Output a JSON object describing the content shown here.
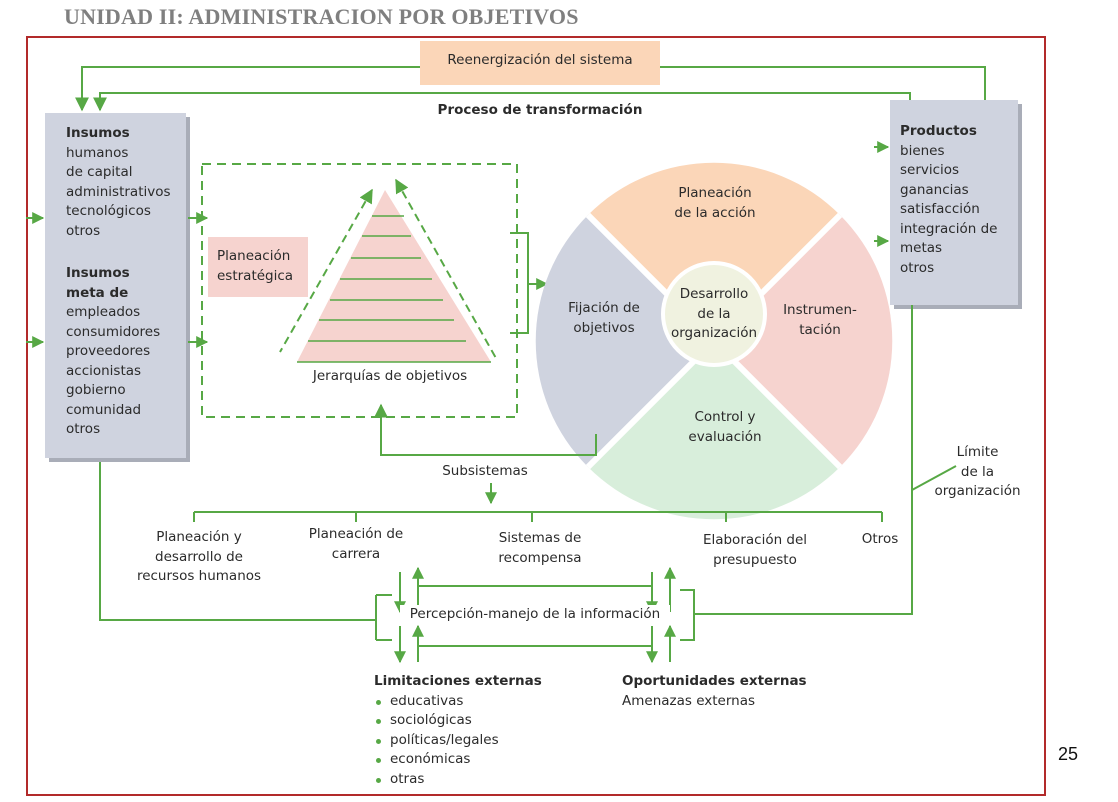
{
  "title": "UNIDAD II: ADMINISTRACION POR OBJETIVOS",
  "page_number": "25",
  "reenergizacion": "Reenergización del sistema",
  "proceso": "Proceso de transformación",
  "insumos": {
    "heading": "Insumos",
    "items": [
      "humanos",
      "de capital",
      "administrativos",
      "tecnológicos",
      "otros"
    ],
    "meta_heading": [
      "Insumos",
      "meta de"
    ],
    "meta_items": [
      "empleados",
      "consumidores",
      "proveedores",
      "accionistas",
      "gobierno",
      "comunidad",
      "otros"
    ]
  },
  "productos": {
    "heading": "Productos",
    "items": [
      "bienes",
      "servicios",
      "ganancias",
      "satisfacción",
      "integración de",
      "metas",
      "otros"
    ]
  },
  "planeacion_estrategica": [
    "Planeación",
    "estratégica"
  ],
  "jerarquias": "Jerarquías de objetivos",
  "wheel": {
    "top": [
      "Planeación",
      "de la acción"
    ],
    "left": [
      "Fijación de",
      "objetivos"
    ],
    "right": [
      "Instrumen-",
      "tación"
    ],
    "bottom": [
      "Control y",
      "evaluación"
    ],
    "center": [
      "Desarrollo",
      "de la",
      "organización"
    ]
  },
  "subsistemas": {
    "label": "Subsistemas",
    "items": [
      [
        "Planeación y",
        "desarrollo de",
        "recursos humanos"
      ],
      [
        "Planeación de",
        "carrera"
      ],
      [
        "Sistemas de",
        "recompensa"
      ],
      [
        "Elaboración del",
        "presupuesto"
      ],
      [
        "Otros"
      ]
    ]
  },
  "limite": [
    "Límite",
    "de la",
    "organización"
  ],
  "percepcion": "Percepción-manejo de la información",
  "limitaciones": {
    "heading": "Limitaciones externas",
    "items": [
      "educativas",
      "sociológicas",
      "políticas/legales",
      "económicas",
      "otras"
    ]
  },
  "oportunidades": {
    "heading": "Oportunidades externas",
    "sub": "Amenazas externas"
  },
  "colors": {
    "green": "#57a845",
    "input_box": "#cfd3df",
    "peach": "#fbd6b8",
    "pink": "#f6d3cf",
    "gray_blue": "#cfd3df",
    "mint": "#d8eedb",
    "frame": "#b22a2a"
  }
}
